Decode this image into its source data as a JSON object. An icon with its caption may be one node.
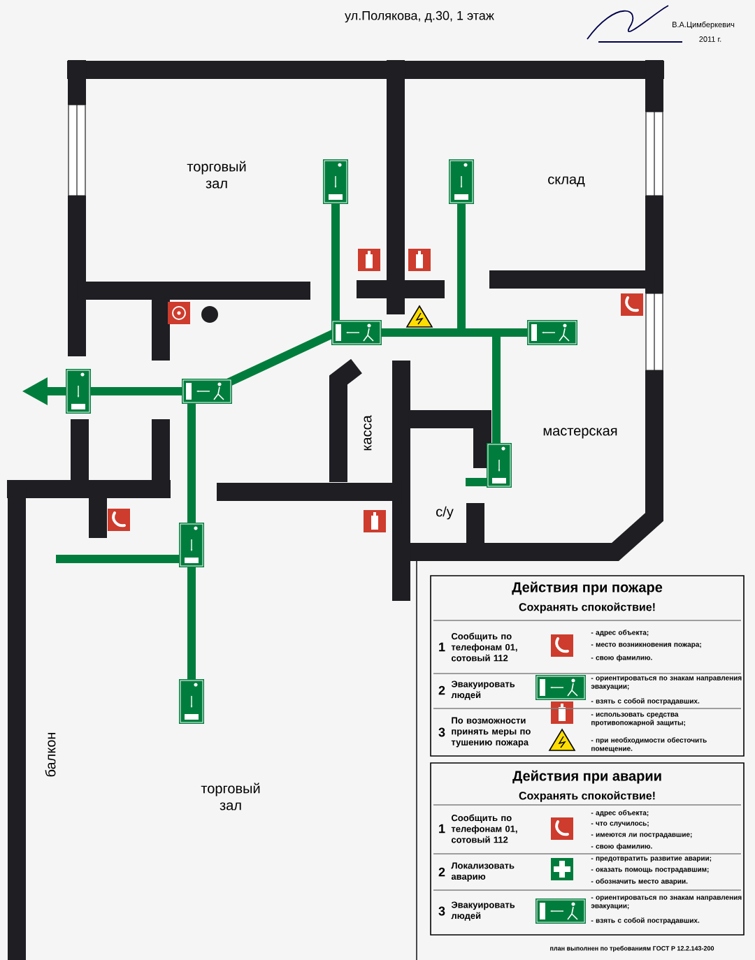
{
  "diagram": {
    "labels": [
      "ул.Полякова, д.30, 1 этаж",
      "В.А.Цимберкевич",
      "2011 г.",
      "торговый зал",
      "склад",
      "касса",
      "мастерская",
      "с/у",
      "балкон",
      "торговый зал",
      "Действия при пожаре",
      "Сохранять спокойствие!",
      "1",
      "Сообщить по телефонам 01, сотовый 112",
      "- адрес объекта;",
      "- место возникновения пожара;",
      "- свою фамилию.",
      "2",
      "Эвакуировать людей",
      "- ориентироваться по знакам направления эвакуации;",
      "- взять с собой пострадавших.",
      "3",
      "По возможности принять меры по тушению пожара",
      "- использовать средства противопожарной защиты;",
      "- при необходимости обесточить помещение.",
      "Действия при аварии",
      "Сохранять спокойствие!",
      "1",
      "Сообщить по телефонам 01, сотовый 112",
      "- адрес объекта;",
      "- что случилось;",
      "- имеются ли пострадавшие;",
      "- свою фамилию.",
      "2",
      "Локализовать аварию",
      "- предотвратить развитие аварии;",
      "- оказать помощь пострадавшим;",
      "- обозначить место аварии.",
      "3",
      "Эвакуировать людей",
      "- ориентироваться по знакам направления эвакуации;",
      "- взять с собой пострадавших.",
      "план выполнен по требованиям ГОСТ Р 12.2.143-200"
    ]
  }
}
